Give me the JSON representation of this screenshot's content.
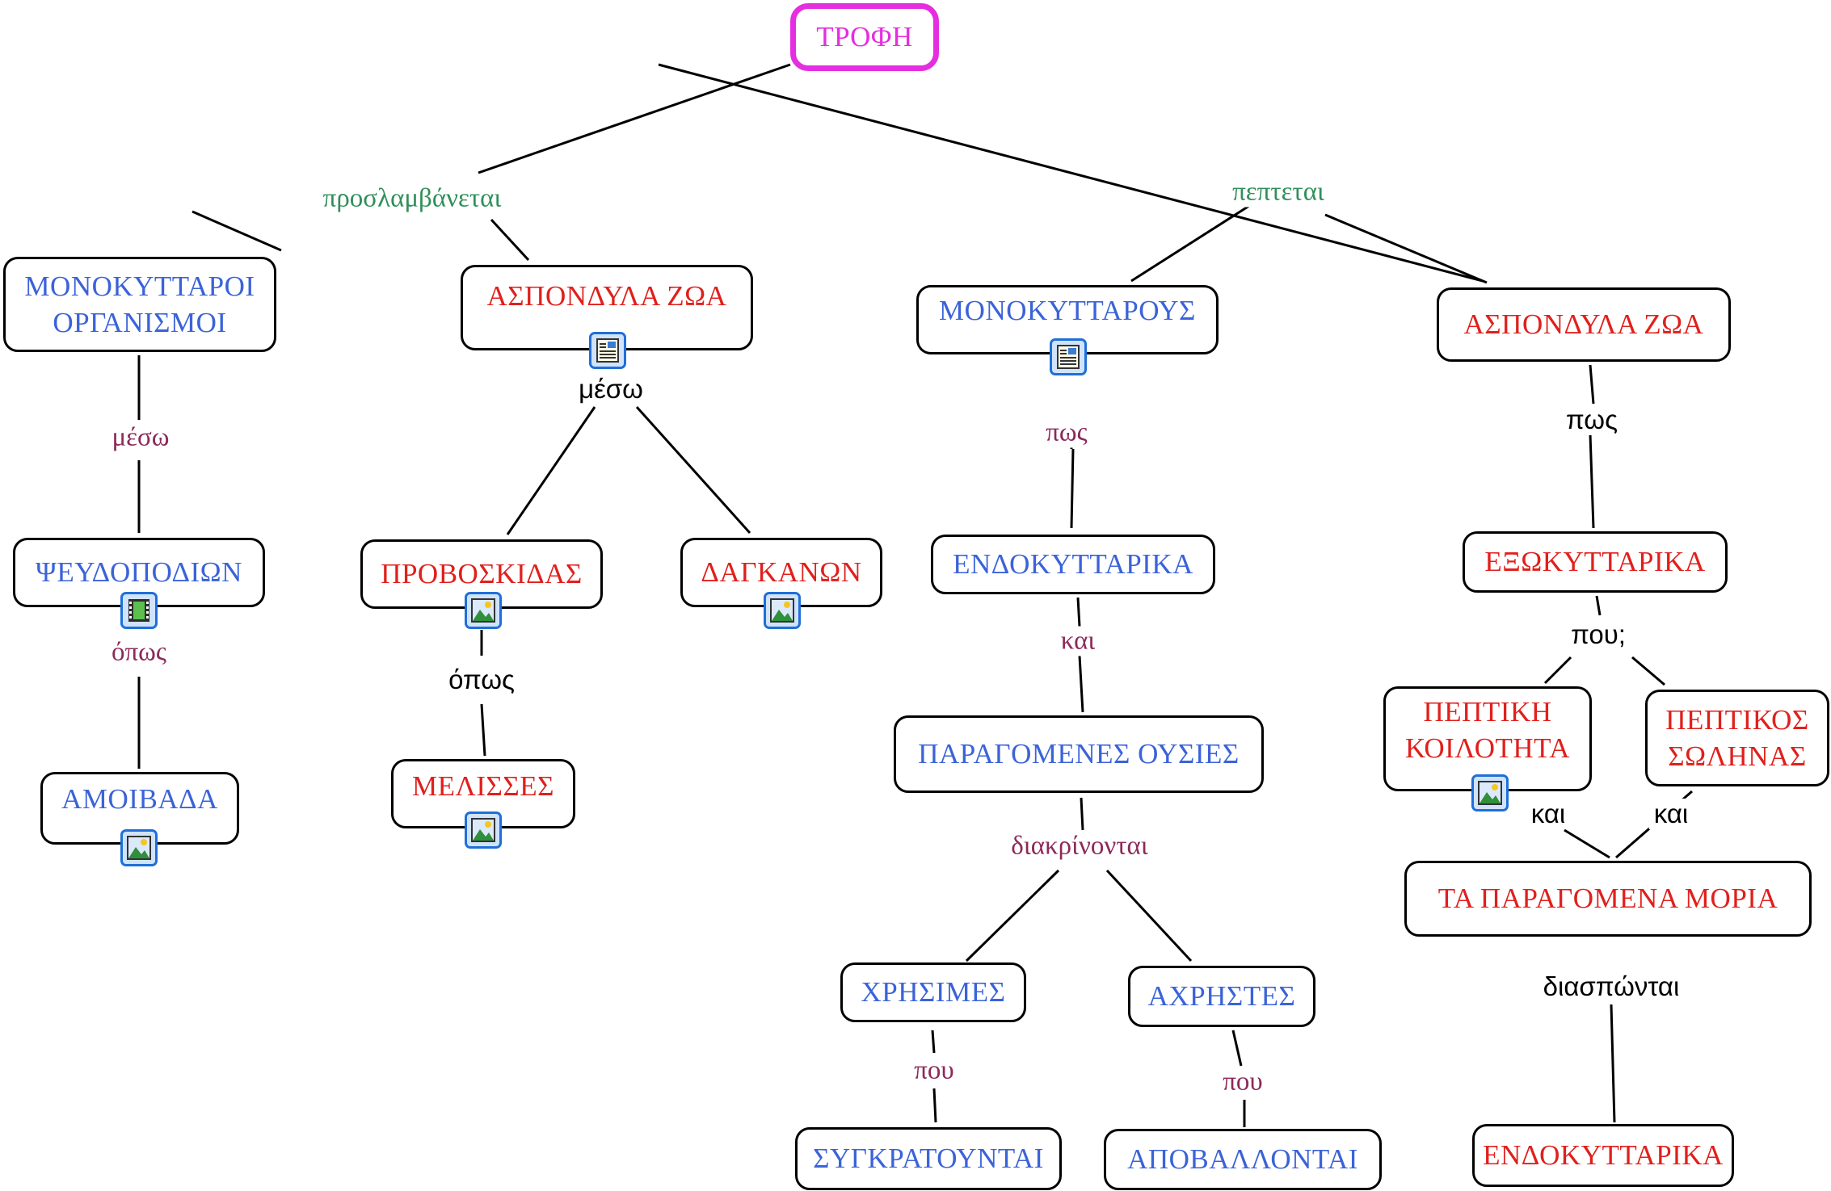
{
  "colors": {
    "root": "#e52ee0",
    "blue_concept": "#3b63d8",
    "red_concept": "#e0201c",
    "green_link": "#2f8f5a",
    "plum_link": "#8c2a5a",
    "black_link": "#000000"
  },
  "concepts": {
    "trofi": "ΤΡΟΦΗ",
    "monokyttaroi_organismoi": "ΜΟΝΟΚΥΤΤΑΡΟΙ\nΟΡΓΑΝΙΣΜΟΙ",
    "asponidyla_zoa_left": "ΑΣΠΟΝΔΥΛΑ ΖΩΑ",
    "monokyttarous": "ΜΟΝΟΚΥΤΤΑΡΟΥΣ",
    "asponidyla_zoa_right": "ΑΣΠΟΝΔΥΛΑ ΖΩΑ",
    "pseudopodion": "ΨΕΥΔΟΠΟΔΙΩΝ",
    "proboskidas": "ΠΡΟΒΟΣΚΙΔΑΣ",
    "dagkanon": "ΔΑΓΚΑΝΩΝ",
    "endokyttarika_top": "ΕΝΔΟΚΥΤΤΑΡΙΚΑ",
    "exokyttarika": "ΕΞΩΚΥΤΤΑΡΙΚΑ",
    "amoibada": "ΑΜΟΙΒΑΔΑ",
    "melisses": "ΜΕΛΙΣΣΕΣ",
    "paragomenes_ousies": "ΠΑΡΑΓΟΜΕΝΕΣ ΟΥΣΙΕΣ",
    "peptiki_koilotita": "ΠΕΠΤΙΚΗ\nΚΟΙΛΟΤΗΤΑ",
    "peptikos_solinas": "ΠΕΠΤΙΚΟΣ\nΣΩΛΗΝΑΣ",
    "ta_paragomena_moria": "ΤΑ ΠΑΡΑΓΟΜΕΝΑ ΜΟΡΙΑ",
    "xrisimes": "ΧΡΗΣΙΜΕΣ",
    "axristes": "ΑΧΡΗΣΤΕΣ",
    "sygkratountai": "ΣΥΓΚΡΑΤΟΥΝΤΑΙ",
    "apoballontai": "ΑΠΟΒΑΛΛΟΝΤΑΙ",
    "endokyttarika_bottom": "ΕΝΔΟΚΥΤΤΑΡΙΚΑ"
  },
  "links": {
    "proslamvanetai": "προσλαμβάνεται",
    "peptetai": "πεπτεται",
    "meso_left": "μέσω",
    "meso_mid": "μέσω",
    "opos_left": "όπως",
    "opos_mid": "όπως",
    "pos_mid": "πως",
    "pos_right": "πως",
    "kai_mid": "και",
    "diakrinontai": "διακρίνονται",
    "pou_q": "που;",
    "kai_r1": "και",
    "kai_r2": "και",
    "pou_left": "που",
    "pou_right": "που",
    "diasponai": "διασπώνται"
  },
  "resources": {
    "asponidyla_left": "document-icon",
    "monokyttarous": "document-icon",
    "pseudopodion": "video-icon",
    "proboskidas": "image-icon",
    "dagkanon": "image-icon",
    "amoibada": "image-icon",
    "melisses": "image-icon",
    "peptiki_koilotita": "image-icon"
  }
}
